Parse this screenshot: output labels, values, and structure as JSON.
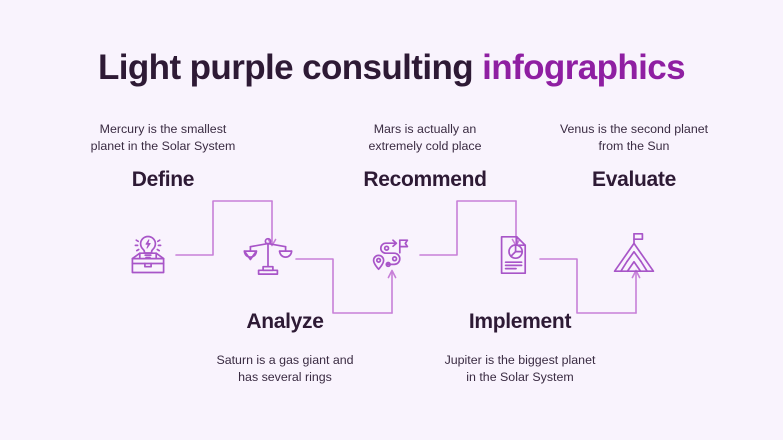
{
  "slide": {
    "background_color": "#f9f3fd",
    "accent_color": "#8f1fa2",
    "icon_color": "#a855c8",
    "connector_color": "#c77fd8",
    "heading_color": "#2e1a35"
  },
  "title": {
    "main": "Light purple consulting ",
    "accent": "infographics"
  },
  "steps": [
    {
      "label": "Define",
      "description": "Mercury is the smallest\nplanet in the Solar System",
      "icon": "briefcase-lightbulb-icon",
      "position": "top"
    },
    {
      "label": "Analyze",
      "description": "Saturn is a gas giant and\nhas several rings",
      "icon": "balance-scales-icon",
      "position": "bottom"
    },
    {
      "label": "Recommend",
      "description": "Mars is actually an\nextremely cold place",
      "icon": "winding-road-flag-icon",
      "position": "top"
    },
    {
      "label": "Implement",
      "description": "Jupiter is the biggest planet\nin the Solar System",
      "icon": "report-piechart-icon",
      "position": "bottom"
    },
    {
      "label": "Evaluate",
      "description": "Venus is the second planet\nfrom the Sun",
      "icon": "mountain-flag-icon",
      "position": "top"
    }
  ],
  "connectors": [
    {
      "name": "connector-define-to-analyze",
      "shape": "up-over-down"
    },
    {
      "name": "connector-analyze-to-recommend",
      "shape": "down-over-up"
    },
    {
      "name": "connector-recommend-to-implement",
      "shape": "up-over-down"
    },
    {
      "name": "connector-implement-to-evaluate",
      "shape": "down-over-up"
    }
  ]
}
